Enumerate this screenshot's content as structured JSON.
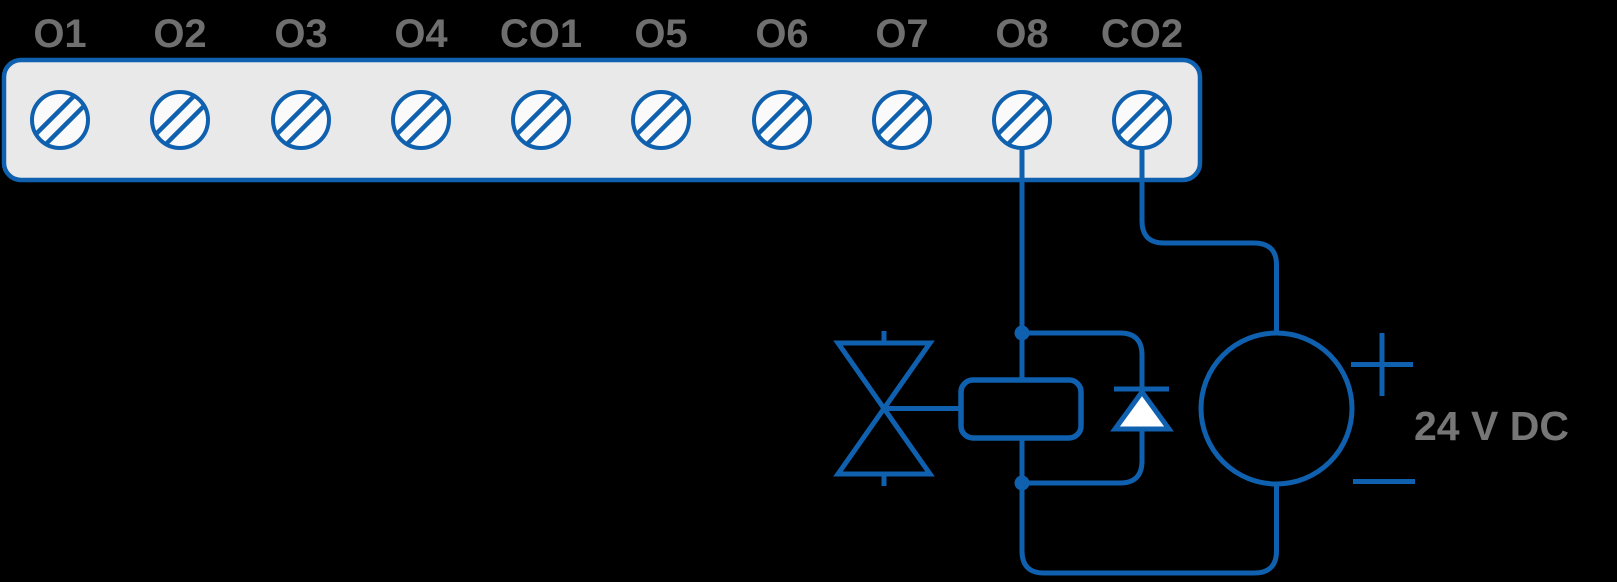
{
  "colors": {
    "wire_blue": "#0F60AE",
    "label_gray": "#6F6F6F",
    "supply_gray": "#767676",
    "strip_fill": "#E9E9E9",
    "terminal_fill": "#FAFAFA",
    "diode_fill": "#FFFFFF",
    "background": "#000000"
  },
  "terminal_block": {
    "terminals": [
      {
        "label": "O1"
      },
      {
        "label": "O2"
      },
      {
        "label": "O3"
      },
      {
        "label": "O4"
      },
      {
        "label": "CO1"
      },
      {
        "label": "O5"
      },
      {
        "label": "O6"
      },
      {
        "label": "O7"
      },
      {
        "label": "O8"
      },
      {
        "label": "CO2"
      }
    ]
  },
  "circuit": {
    "supply_label": "24 V DC",
    "polarity": {
      "positive": "+",
      "negative": "−"
    }
  },
  "icons": {
    "screw-terminal-icon": "circle-with-diagonal-hatch",
    "valve-icon": "hourglass-bowtie-triangles",
    "relay-coil-icon": "rounded-rectangle",
    "flyback-diode-icon": "triangle-with-cathode-bar",
    "dc-source-icon": "circle",
    "plus-icon": "+",
    "minus-icon": "−",
    "junction-dot-icon": "filled-circle"
  }
}
